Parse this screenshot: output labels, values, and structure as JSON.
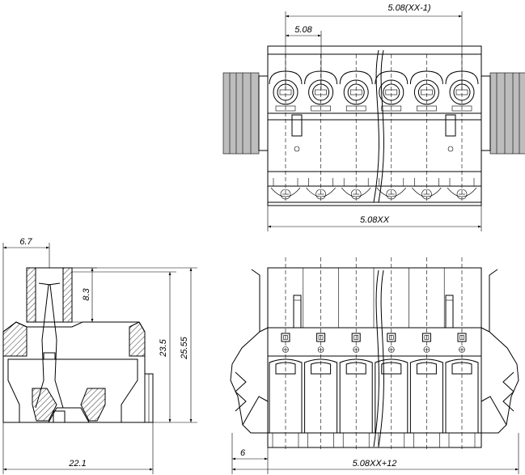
{
  "dimensions": {
    "top_span": "5.08(XX-1)",
    "top_pitch": "5.08",
    "top_width": "5.08XX",
    "side_pin_offset": "6.7",
    "side_pin_height": "8.3",
    "side_height_1": "23.5",
    "side_height_2": "25.55",
    "side_depth": "22.1",
    "front_offset": "6",
    "front_width": "5.08XX+12"
  },
  "pole_count": 6
}
